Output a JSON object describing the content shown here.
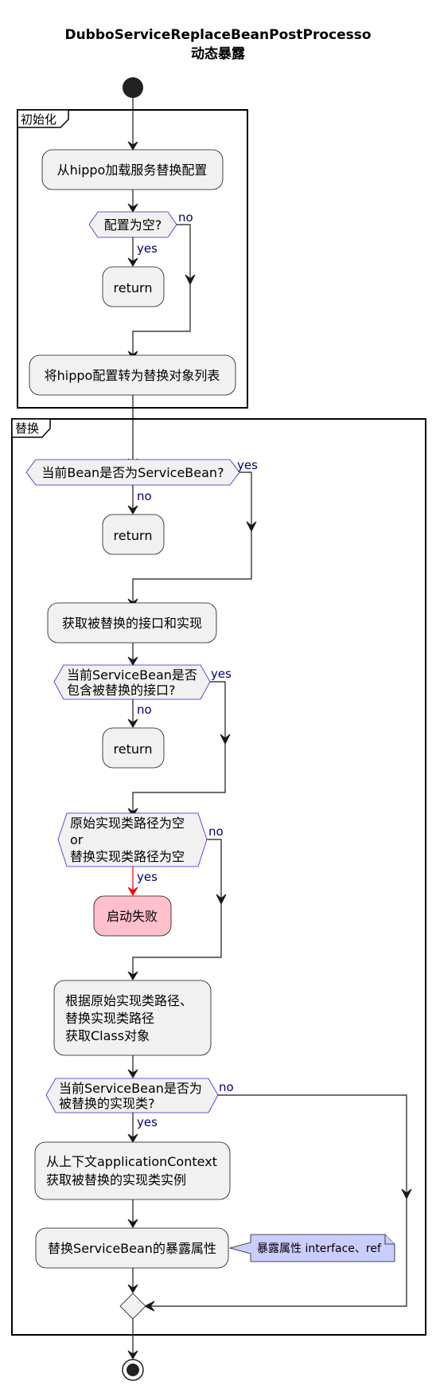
{
  "title": {
    "line1": "DubboServiceReplaceBeanPostProcesso",
    "line2": "动态暴露"
  },
  "partitions": {
    "init": "初始化",
    "replace": "替换"
  },
  "nodes": {
    "load_config": "从hippo加载服务替换配置",
    "cond_config_empty": "配置为空?",
    "return1": "return",
    "convert_config": "将hippo配置转为替换对象列表",
    "cond_is_service_bean": "当前Bean是否为ServiceBean?",
    "return2": "return",
    "get_interface_impl": "获取被替换的接口和实现",
    "cond_contains_interface": [
      "当前ServiceBean是否",
      "包含被替换的接口?"
    ],
    "return3": "return",
    "cond_path_empty": [
      "原始实现类路径为空",
      "or",
      "替换实现类路径为空"
    ],
    "start_fail": "启动失败",
    "get_class": [
      "根据原始实现类路径、",
      "替换实现类路径",
      "获取Class对象"
    ],
    "cond_is_replaced_impl": [
      "当前ServiceBean是否为",
      "被替换的实现类?"
    ],
    "get_instance": [
      "从上下文applicationContext",
      "获取被替换的实现类实例"
    ],
    "replace_attr": "替换ServiceBean的暴露属性",
    "note": "暴露属性 interface、ref"
  },
  "labels": {
    "yes": "yes",
    "no": "no"
  },
  "colors": {
    "activity_fill": "#f1f1f1",
    "diamond_border": "#2a2ad8",
    "branch_label": "#00007a",
    "fail_fill": "#ffc0cb",
    "fail_arrow": "#ff0000",
    "note_fill": "#c9cdff"
  }
}
